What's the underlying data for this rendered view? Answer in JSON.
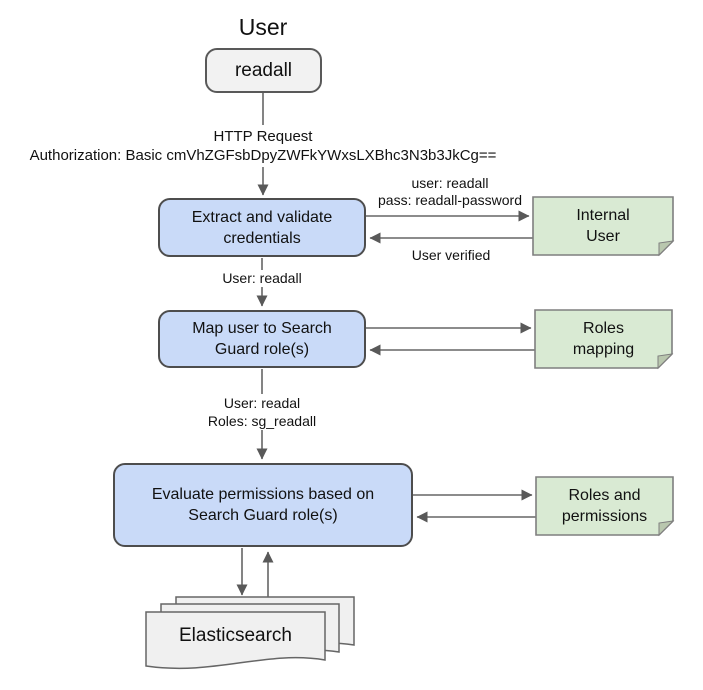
{
  "title": "User",
  "colors": {
    "process_fill": "#c9daf8",
    "process_border": "#4d4d4d",
    "terminal_fill": "#f2f2f2",
    "terminal_border": "#595959",
    "note_fill": "#d9ead3",
    "note_border": "#7f7f7f",
    "note_flap": "#b9c7ae",
    "doc_fill": "#f0f0f0",
    "doc_border": "#666666",
    "connector": "#666666",
    "arrowhead": "#595959",
    "text": "#111111"
  },
  "nodes": {
    "user_terminal": {
      "label": "readall"
    },
    "extract": {
      "label": "Extract and validate credentials",
      "lines": [
        "Extract and validate",
        "credentials"
      ]
    },
    "map_roles": {
      "label": "Map user to Search Guard role(s)",
      "lines": [
        "Map user to Search",
        "Guard role(s)"
      ]
    },
    "evaluate": {
      "label": "Evaluate permissions based on Search Guard role(s)",
      "lines": [
        "Evaluate permissions based on",
        "Search Guard role(s)"
      ]
    },
    "internal_user_note": {
      "label": "Internal User",
      "lines": [
        "Internal",
        "User"
      ]
    },
    "roles_mapping_note": {
      "label": "Roles mapping",
      "lines": [
        "Roles",
        "mapping"
      ]
    },
    "roles_permissions_note": {
      "label": "Roles and permissions",
      "lines": [
        "Roles and",
        "permissions"
      ]
    },
    "elasticsearch": {
      "label": "Elasticsearch"
    }
  },
  "edge_labels": {
    "http_request": "HTTP Request",
    "authorization": "Authorization: Basic cmVhZGFsbDpyZWFkYWxsLXBhc3N3b3JkCg==",
    "credentials_out": "User: readall",
    "lookup_user": "user: readall",
    "lookup_pass": "pass: readall-password",
    "user_verified": "User verified",
    "mapped_user": "User: readal",
    "mapped_roles": "Roles: sg_readall"
  }
}
